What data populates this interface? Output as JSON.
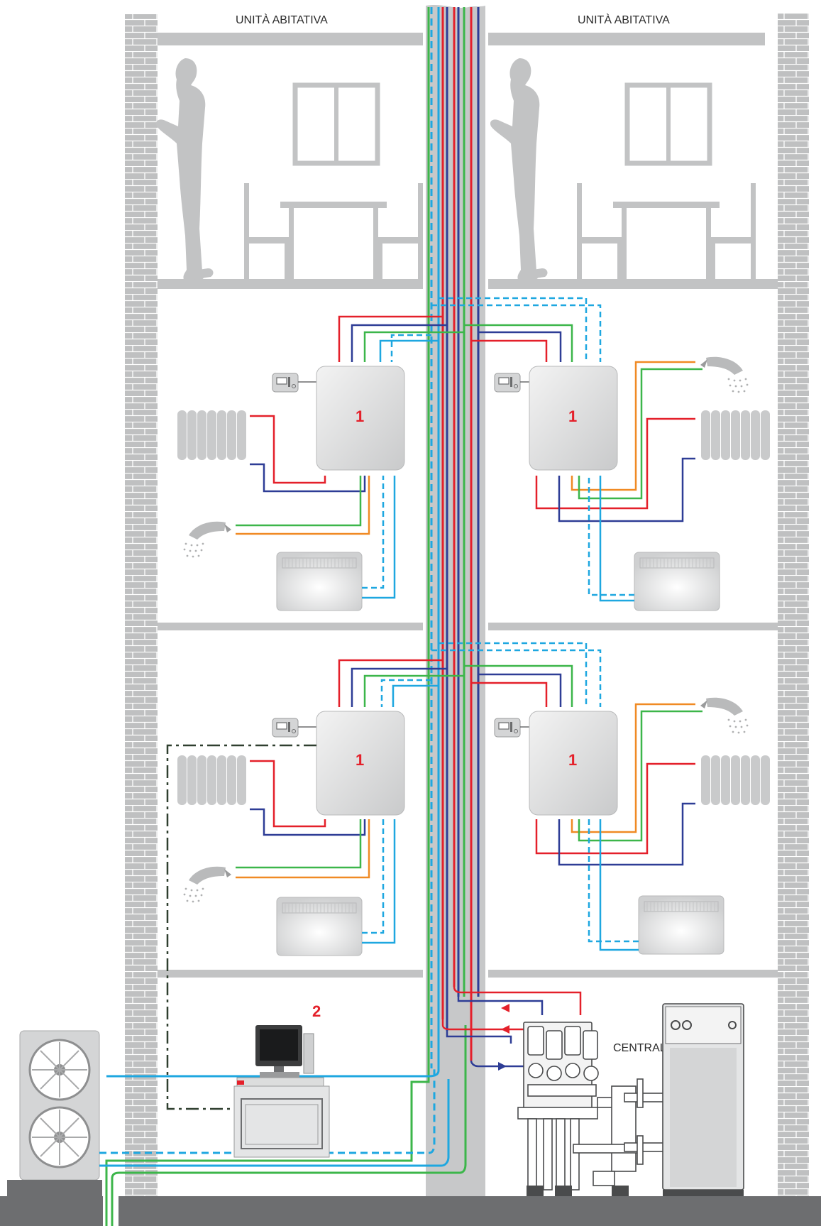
{
  "labels": {
    "unit_left": "UNITÀ ABITATIVA",
    "unit_right": "UNITÀ ABITATIVA",
    "plant_room": "CENTRALE TERMICA"
  },
  "modules": [
    {
      "number": "1"
    },
    {
      "number": "1"
    },
    {
      "number": "1"
    },
    {
      "number": "1"
    }
  ],
  "computer": {
    "number": "2"
  },
  "colors": {
    "heating_flow": "#e4202a",
    "heating_return": "#2e3d96",
    "cold_water": "#3cb64a",
    "hot_water": "#f08a24",
    "chilled_water": "#1ea7e0",
    "control_cable": "#2f3f2f",
    "structure": "#bdbebf"
  },
  "icons": [
    "brick-wall-icon",
    "person-icon",
    "window-icon",
    "table-icon",
    "chair-icon",
    "radiator-icon",
    "shower-icon",
    "fan-coil-icon",
    "thermostat-icon",
    "heat-pump-icon",
    "computer-icon",
    "pump-manifold-icon",
    "boiler-icon"
  ]
}
